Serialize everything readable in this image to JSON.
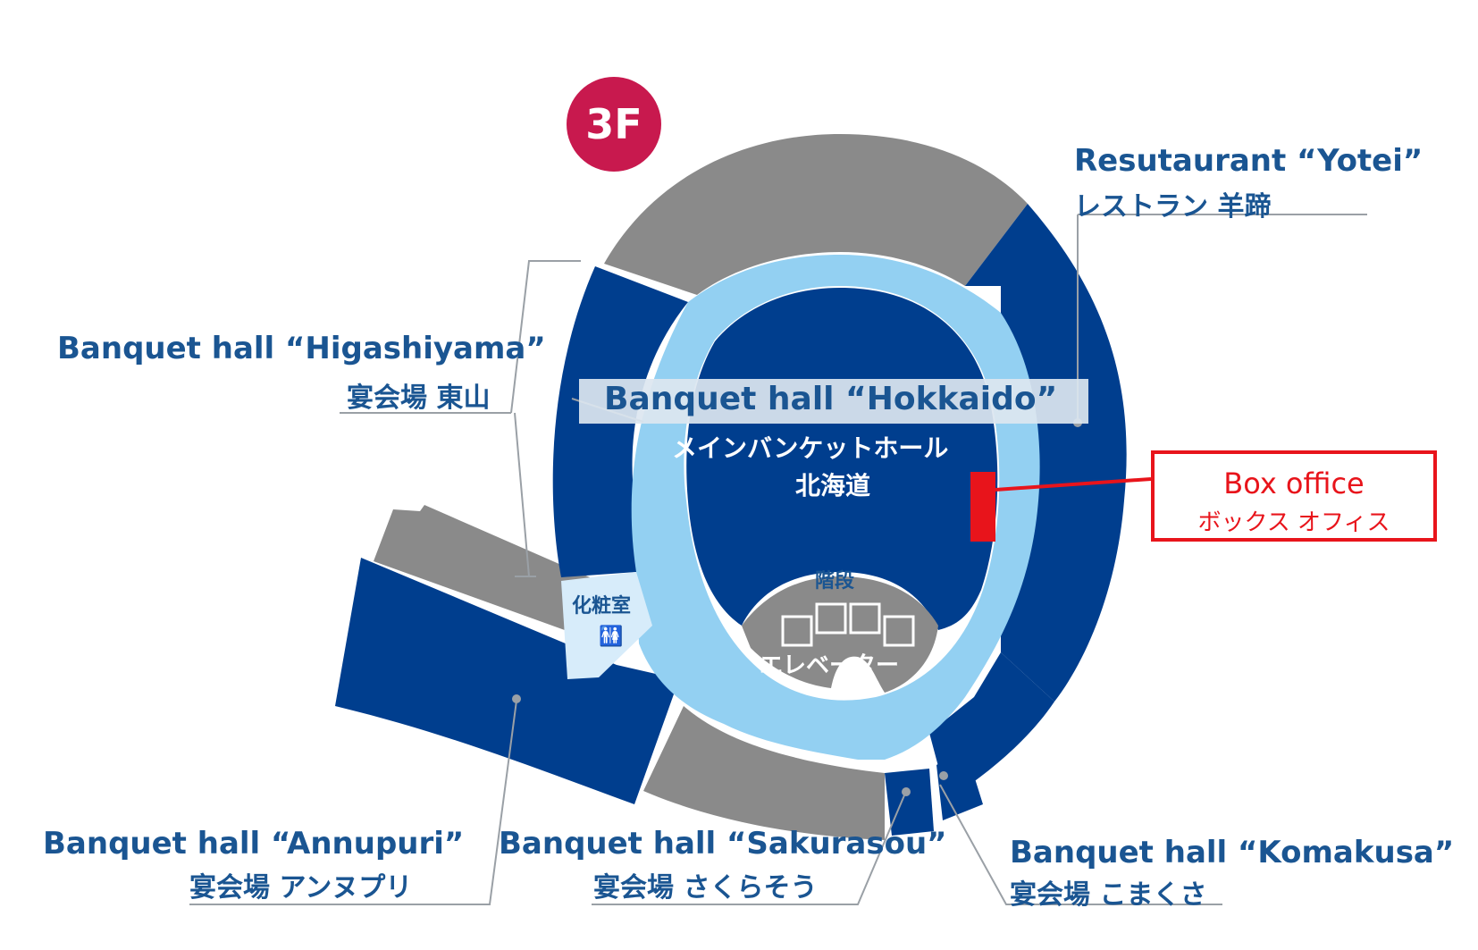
{
  "floor": {
    "label": "3F",
    "badge_color": "#c8194e"
  },
  "colors": {
    "room": "#003e8e",
    "corridor": "#93d0f2",
    "service": "#8a8a8a",
    "label": "#1a5592",
    "alert": "#e8141b"
  },
  "rooms": {
    "yotei": {
      "en": "Resutaurant “Yotei”",
      "jp": "レストラン  羊蹄"
    },
    "higashiyama": {
      "en": "Banquet hall “Higashiyama”",
      "jp": "宴会場 東山"
    },
    "hokkaido": {
      "en": "Banquet hall “Hokkaido”",
      "jp_line1": "メインバンケットホール",
      "jp_line2": "北海道"
    },
    "annupuri": {
      "en": "Banquet hall “Annupuri”",
      "jp": "宴会場 アンヌプリ"
    },
    "sakurasou": {
      "en": "Banquet hall “Sakurasou”",
      "jp": "宴会場 さくらそう"
    },
    "komakusa": {
      "en": "Banquet hall “Komakusa”",
      "jp": "宴会場 こまくさ"
    }
  },
  "facilities": {
    "restroom": "化粧室",
    "restroom_icon": "restroom-icon",
    "stairs": "階段",
    "elevator": "エレベーター"
  },
  "box_office": {
    "en": "Box office",
    "jp": "ボックス オフィス"
  }
}
